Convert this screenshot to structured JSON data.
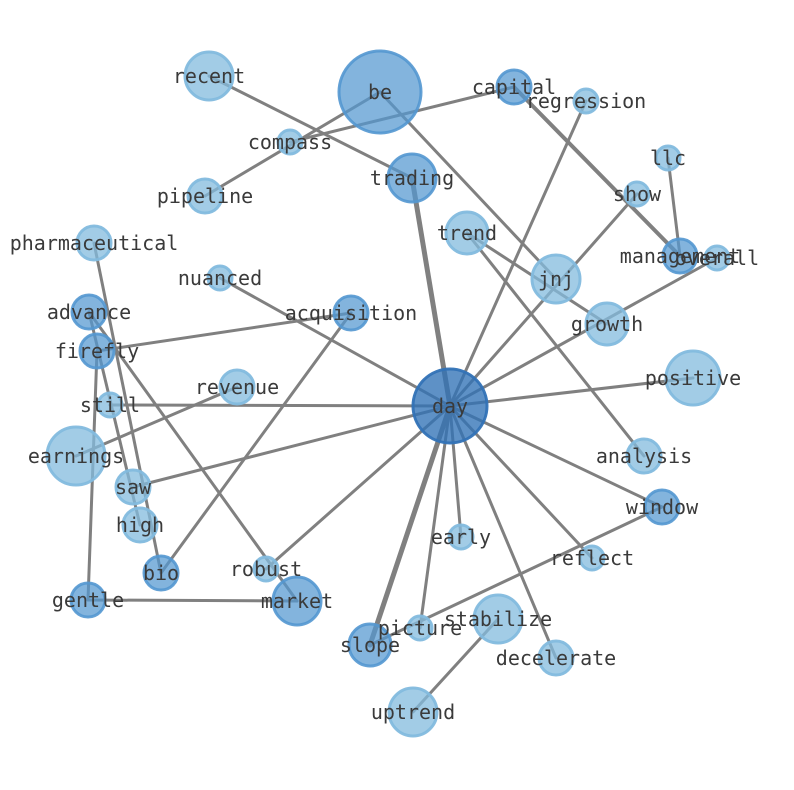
{
  "graph": {
    "nodes": [
      {
        "id": "day",
        "label": "day",
        "shade": "dark"
      },
      {
        "id": "be",
        "label": "be",
        "shade": "mid"
      },
      {
        "id": "recent",
        "label": "recent",
        "shade": "light"
      },
      {
        "id": "capital",
        "label": "capital",
        "shade": "mid"
      },
      {
        "id": "regression",
        "label": "regression",
        "shade": "light"
      },
      {
        "id": "compass",
        "label": "compass",
        "shade": "light"
      },
      {
        "id": "llc",
        "label": "llc",
        "shade": "light"
      },
      {
        "id": "pipeline",
        "label": "pipeline",
        "shade": "light"
      },
      {
        "id": "trading",
        "label": "trading",
        "shade": "mid"
      },
      {
        "id": "show",
        "label": "show",
        "shade": "light"
      },
      {
        "id": "pharmaceutical",
        "label": "pharmaceutical",
        "shade": "light"
      },
      {
        "id": "trend",
        "label": "trend",
        "shade": "light"
      },
      {
        "id": "management",
        "label": "management",
        "shade": "mid"
      },
      {
        "id": "overall",
        "label": "overall",
        "shade": "light"
      },
      {
        "id": "nuanced",
        "label": "nuanced",
        "shade": "light"
      },
      {
        "id": "jnj",
        "label": "jnj",
        "shade": "light"
      },
      {
        "id": "advance",
        "label": "advance",
        "shade": "mid"
      },
      {
        "id": "acquisition",
        "label": "acquisition",
        "shade": "mid"
      },
      {
        "id": "growth",
        "label": "growth",
        "shade": "light"
      },
      {
        "id": "firefly",
        "label": "firefly",
        "shade": "mid"
      },
      {
        "id": "positive",
        "label": "positive",
        "shade": "light"
      },
      {
        "id": "revenue",
        "label": "revenue",
        "shade": "light"
      },
      {
        "id": "still",
        "label": "still",
        "shade": "light"
      },
      {
        "id": "earnings",
        "label": "earnings",
        "shade": "light"
      },
      {
        "id": "analysis",
        "label": "analysis",
        "shade": "light"
      },
      {
        "id": "saw",
        "label": "saw",
        "shade": "light"
      },
      {
        "id": "window",
        "label": "window",
        "shade": "mid"
      },
      {
        "id": "high",
        "label": "high",
        "shade": "light"
      },
      {
        "id": "early",
        "label": "early",
        "shade": "light"
      },
      {
        "id": "reflect",
        "label": "reflect",
        "shade": "light"
      },
      {
        "id": "bio",
        "label": "bio",
        "shade": "mid"
      },
      {
        "id": "robust",
        "label": "robust",
        "shade": "light"
      },
      {
        "id": "gentle",
        "label": "gentle",
        "shade": "mid"
      },
      {
        "id": "market",
        "label": "market",
        "shade": "mid"
      },
      {
        "id": "stabilize",
        "label": "stabilize",
        "shade": "light"
      },
      {
        "id": "picture",
        "label": "picture",
        "shade": "light"
      },
      {
        "id": "slope",
        "label": "slope",
        "shade": "mid"
      },
      {
        "id": "decelerate",
        "label": "decelerate",
        "shade": "light"
      },
      {
        "id": "uptrend",
        "label": "uptrend",
        "shade": "light"
      }
    ],
    "edges": [
      {
        "source": "day",
        "target": "trading",
        "weight": 3
      },
      {
        "source": "day",
        "target": "slope",
        "weight": 3
      },
      {
        "source": "day",
        "target": "regression",
        "weight": 1
      },
      {
        "source": "day",
        "target": "show",
        "weight": 1
      },
      {
        "source": "day",
        "target": "overall",
        "weight": 1
      },
      {
        "source": "day",
        "target": "positive",
        "weight": 1
      },
      {
        "source": "day",
        "target": "nuanced",
        "weight": 1
      },
      {
        "source": "day",
        "target": "still",
        "weight": 1
      },
      {
        "source": "day",
        "target": "saw",
        "weight": 1
      },
      {
        "source": "day",
        "target": "window",
        "weight": 1
      },
      {
        "source": "day",
        "target": "reflect",
        "weight": 1
      },
      {
        "source": "day",
        "target": "early",
        "weight": 1
      },
      {
        "source": "day",
        "target": "decelerate",
        "weight": 1
      },
      {
        "source": "day",
        "target": "picture",
        "weight": 1
      },
      {
        "source": "day",
        "target": "robust",
        "weight": 1
      },
      {
        "source": "be",
        "target": "jnj",
        "weight": 1
      },
      {
        "source": "be",
        "target": "pipeline",
        "weight": 1
      },
      {
        "source": "recent",
        "target": "trading",
        "weight": 1
      },
      {
        "source": "compass",
        "target": "capital",
        "weight": 1
      },
      {
        "source": "capital",
        "target": "management",
        "weight": 2
      },
      {
        "source": "llc",
        "target": "management",
        "weight": 1
      },
      {
        "source": "trend",
        "target": "growth",
        "weight": 1
      },
      {
        "source": "trend",
        "target": "analysis",
        "weight": 1
      },
      {
        "source": "pharmaceutical",
        "target": "bio",
        "weight": 1
      },
      {
        "source": "advance",
        "target": "market",
        "weight": 1
      },
      {
        "source": "advance",
        "target": "high",
        "weight": 1
      },
      {
        "source": "firefly",
        "target": "acquisition",
        "weight": 1
      },
      {
        "source": "firefly",
        "target": "gentle",
        "weight": 1
      },
      {
        "source": "acquisition",
        "target": "bio",
        "weight": 1
      },
      {
        "source": "earnings",
        "target": "revenue",
        "weight": 1
      },
      {
        "source": "gentle",
        "target": "market",
        "weight": 1
      },
      {
        "source": "slope",
        "target": "window",
        "weight": 1
      },
      {
        "source": "stabilize",
        "target": "uptrend",
        "weight": 1
      }
    ]
  }
}
